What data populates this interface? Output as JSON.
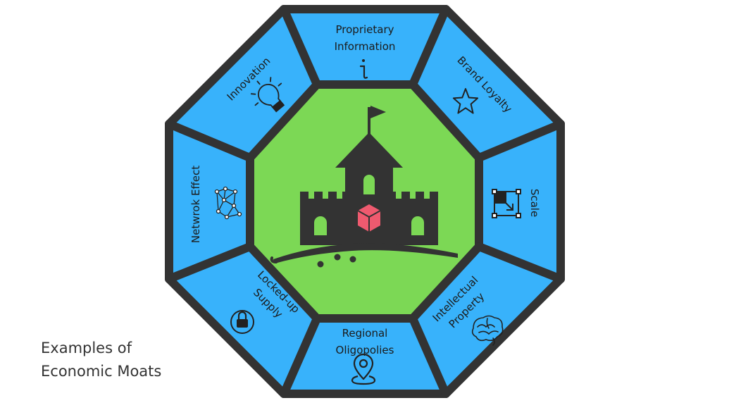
{
  "caption": {
    "line1": "Examples of",
    "line2": "Economic Moats"
  },
  "segments": {
    "top": {
      "line1": "Proprietary",
      "line2": "Information",
      "icon": "info-icon"
    },
    "top_right": {
      "line1": "Brand Loyalty",
      "icon": "star-icon"
    },
    "right": {
      "line1": "Scale",
      "icon": "scale-resize-icon"
    },
    "bottom_right": {
      "line1": "Intellectual",
      "line2": "Property",
      "icon": "brain-icon"
    },
    "bottom": {
      "line1": "Regional",
      "line2": "Oligopolies",
      "icon": "map-pin-icon"
    },
    "bottom_left": {
      "line1": "Locked-up",
      "line2": "Supply",
      "icon": "padlock-icon"
    },
    "left": {
      "line1": "Netwrok Effect",
      "icon": "network-icon"
    },
    "top_left": {
      "line1": "Innovation",
      "icon": "lightbulb-icon"
    }
  },
  "center": {
    "icon": "castle-icon"
  },
  "colors": {
    "outer_ring": "#38b2fb",
    "center": "#7cd855",
    "stroke": "#333333",
    "castle": "#333333",
    "gem": "#ef5a6f"
  }
}
